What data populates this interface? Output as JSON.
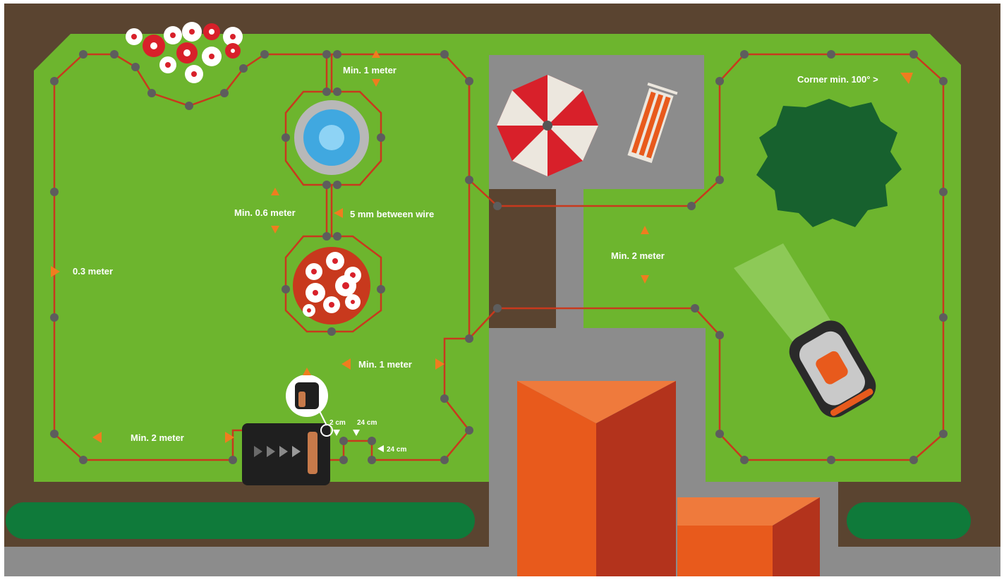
{
  "colors": {
    "soil": "#5a4430",
    "lawn": "#6db52e",
    "paving": "#8c8c8c",
    "hedge": "#0f7a3a",
    "wire": "#c8391d",
    "peg": "#5d5d5d",
    "marker": "#ef7d1f",
    "roof_orange": "#e85a1c",
    "roof_dark": "#b3331c",
    "tree": "#17612e",
    "label": "#ffffff"
  },
  "labels": {
    "min_1_meter_top": "Min. 1 meter",
    "min_0_6_meter": "Min. 0.6 meter",
    "five_mm_between_wire": "5 mm between wire",
    "zero_3_meter": "0.3 meter",
    "min_1_meter_bottom": "Min. 1 meter",
    "min_2_meter_left": "Min. 2 meter",
    "min_2_meter_middle": "Min. 2 meter",
    "corner_min": "Corner min. 100° >",
    "two_cm": "2 cm",
    "twenty_four_cm_top": "24 cm",
    "twenty_four_cm_right": "24 cm"
  },
  "icons": [
    "flowerbed-icon",
    "fountain-icon",
    "parasol-icon",
    "sunlounger-icon",
    "tree-icon",
    "robotic-mower-icon",
    "charging-station-icon",
    "house-roof-icon",
    "hedge-icon"
  ]
}
